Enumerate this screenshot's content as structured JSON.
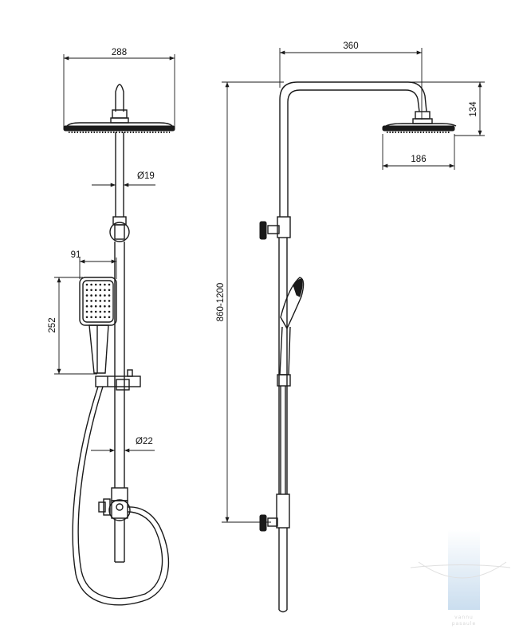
{
  "dimensions": {
    "head_width": "288",
    "pipe_diameter": "Ø19",
    "handshower_width": "91",
    "handshower_length": "252",
    "bar_diameter": "Ø22",
    "arm_reach": "360",
    "head_height": "134",
    "head_side_width": "186",
    "total_height": "860-1200"
  },
  "watermark": {
    "text_line1": "vannu",
    "text_line2": "pasaule",
    "color": "#b9d3ea"
  }
}
